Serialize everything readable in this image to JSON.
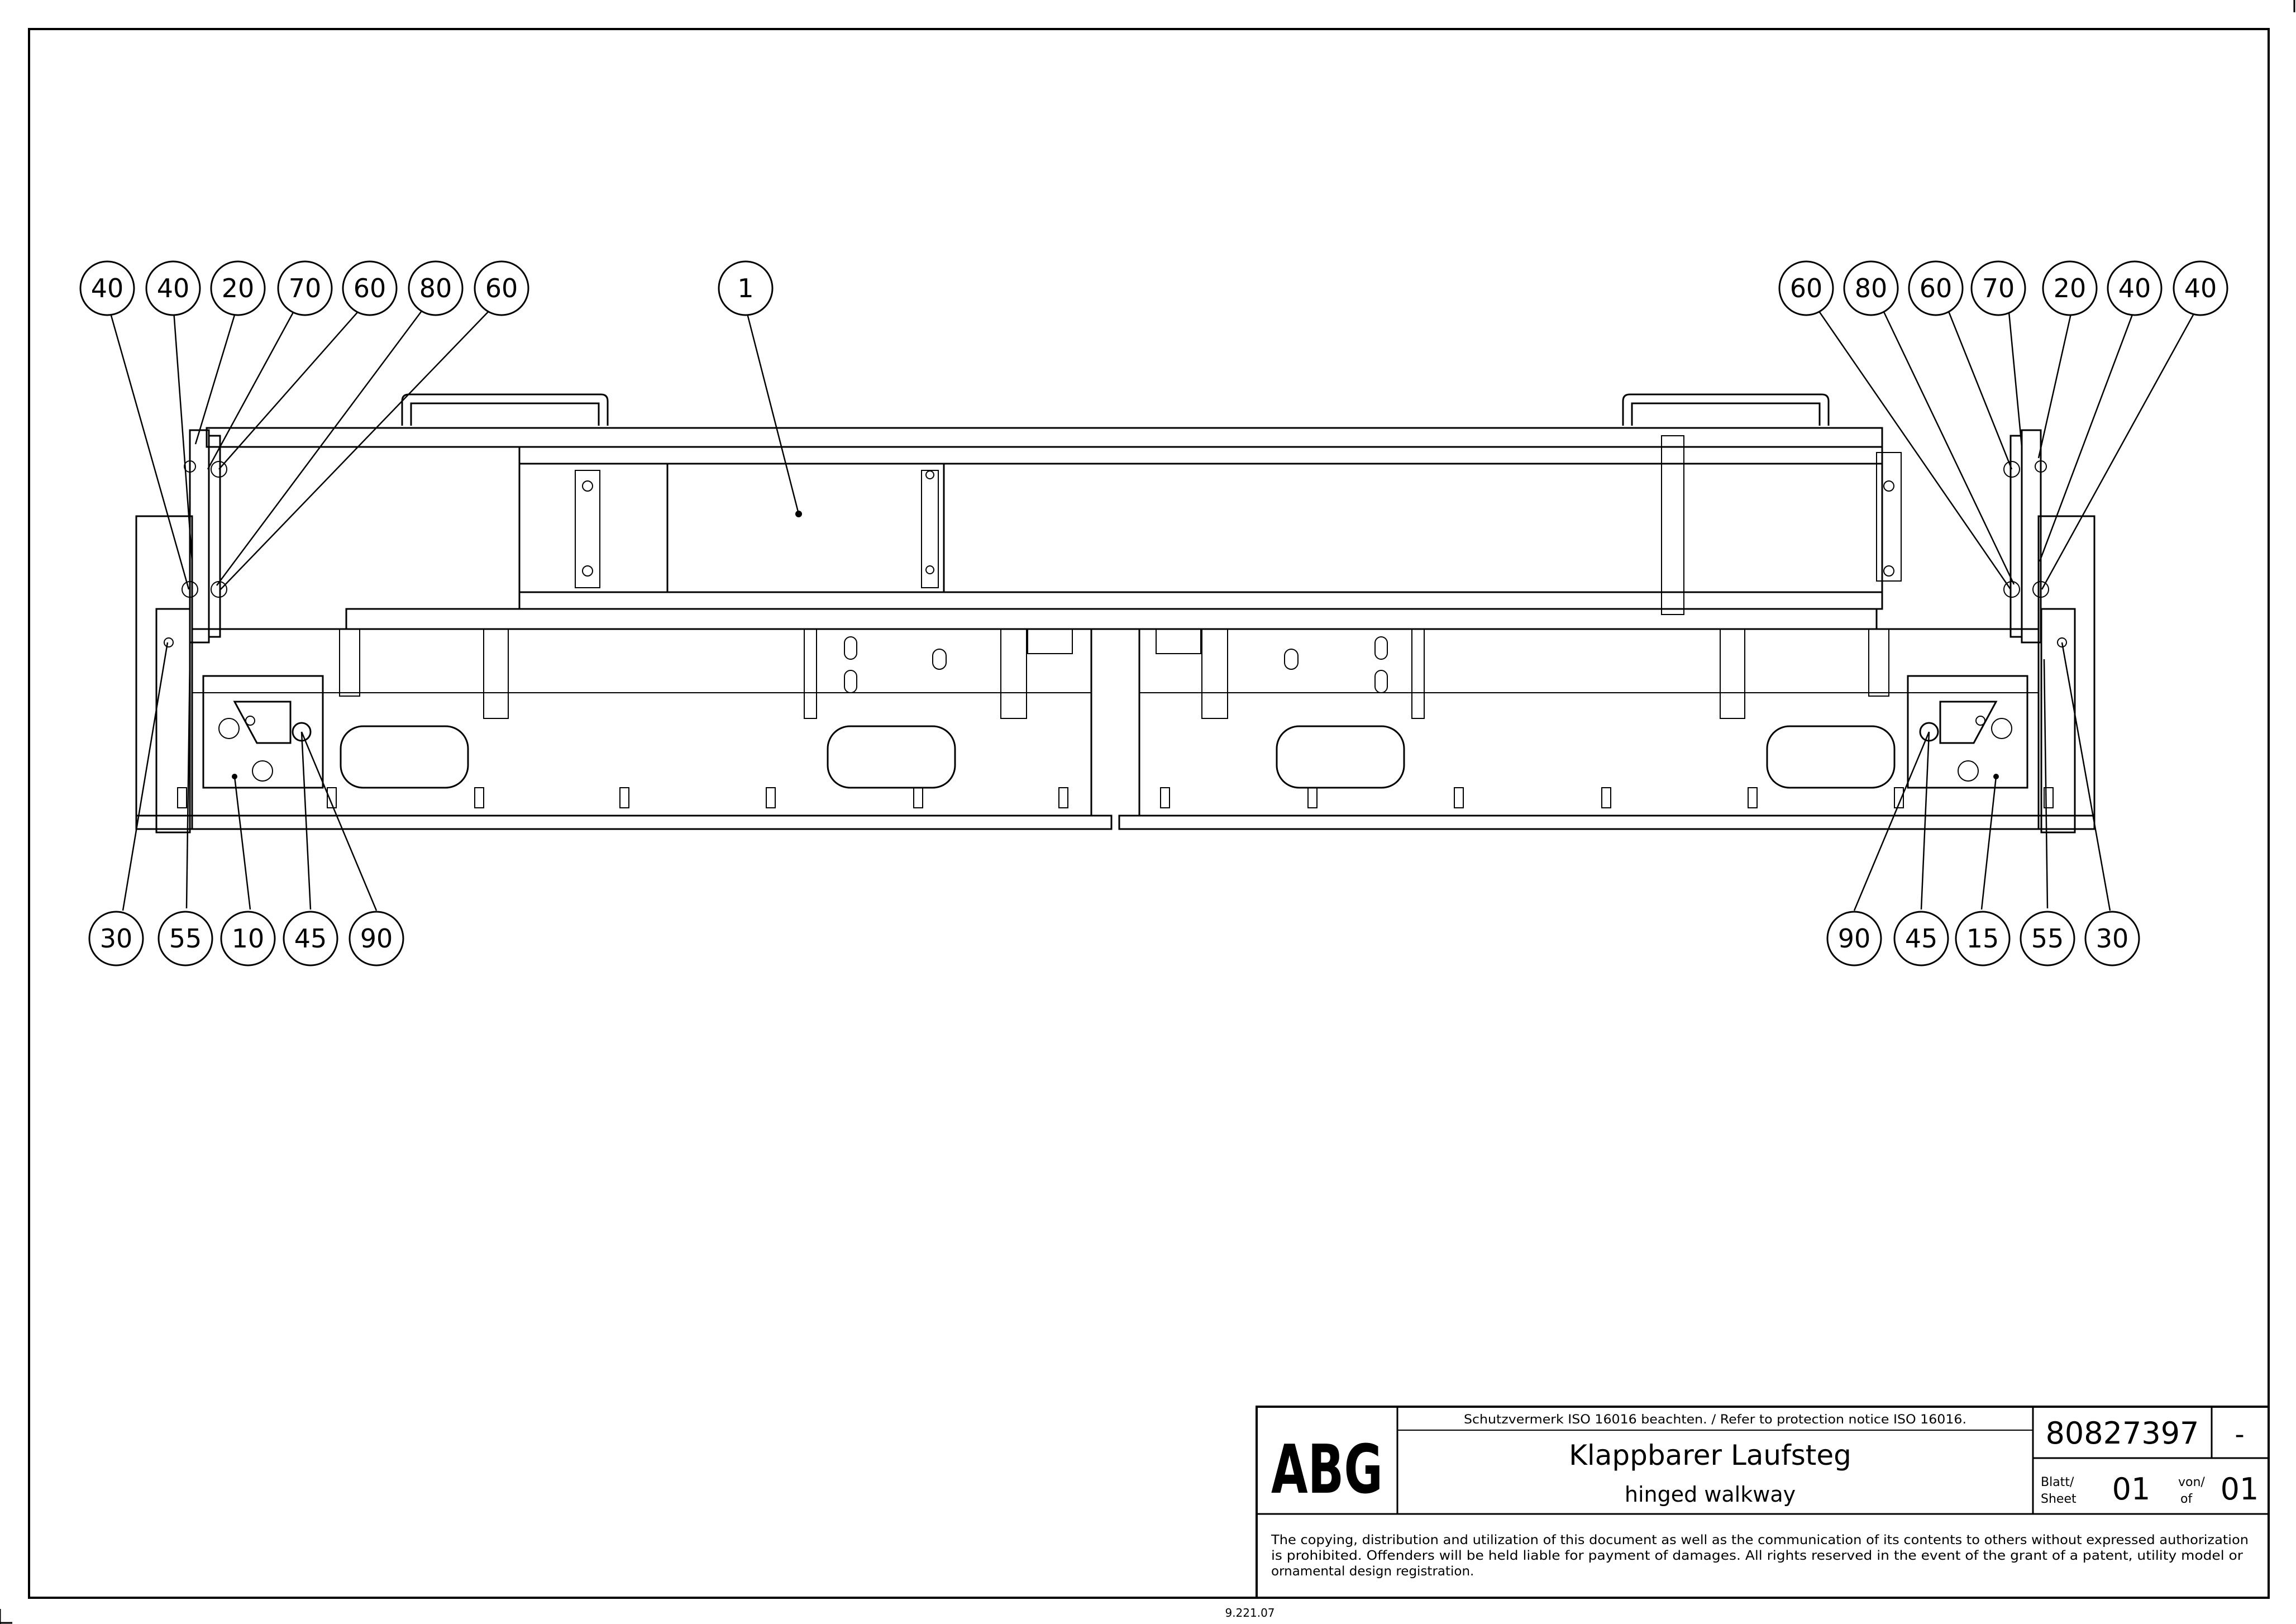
{
  "drawing": {
    "callouts_left_top": [
      "40",
      "40",
      "20",
      "70",
      "60",
      "80",
      "60"
    ],
    "callout_main": "1",
    "callouts_right_top": [
      "60",
      "80",
      "60",
      "70",
      "20",
      "40",
      "40"
    ],
    "callouts_left_bottom": [
      "30",
      "55",
      "10",
      "45",
      "90"
    ],
    "callouts_right_bottom": [
      "90",
      "45",
      "15",
      "55",
      "30"
    ]
  },
  "title_block": {
    "logo": "ABG",
    "protection_notice": "Schutzvermerk ISO 16016 beachten. / Refer to protection notice ISO 16016.",
    "title_de": "Klappbarer Laufsteg",
    "title_en": "hinged walkway",
    "drawing_number": "80827397",
    "revision": "-",
    "sheet_label_de": "Blatt/",
    "sheet_label_en": "Sheet",
    "sheet_number": "01",
    "of_label_de": "von/",
    "of_label_en": "of",
    "sheet_total": "01",
    "copyright_line1": "The copying, distribution and utilization of this document as well as the communication of its contents to others without expressed authorization",
    "copyright_line2": "is prohibited. Offenders will be held liable for payment of damages. All rights reserved in the event of the grant of a patent, utility model or",
    "copyright_line3": "ornamental design registration."
  },
  "footer": {
    "form_code": "9.221.07"
  }
}
